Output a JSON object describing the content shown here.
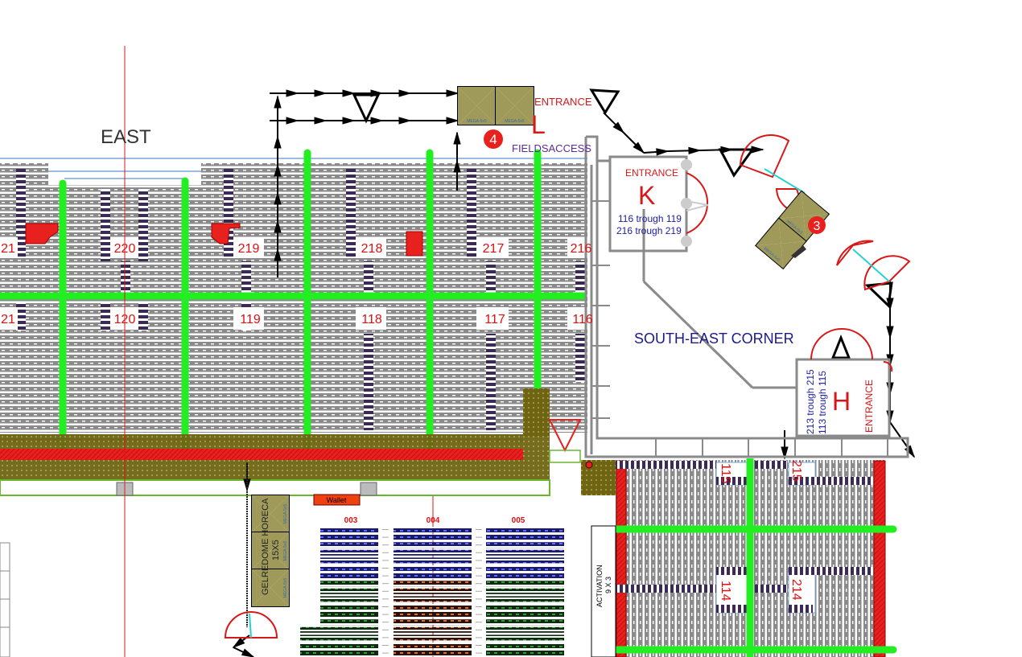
{
  "title": "EAST",
  "corner_label": "SOUTH-EAST CORNER",
  "sections_upper": [
    "21",
    "220",
    "219",
    "218",
    "217",
    "216"
  ],
  "sections_lower": [
    "21",
    "120",
    "119",
    "118",
    "117",
    "116"
  ],
  "entrance_l": {
    "word": "ENTRANCE",
    "letter": "L",
    "badge": "4",
    "sub": "FIELDSACCESS",
    "tent": "MEGA-5x5"
  },
  "entrance_k": {
    "word": "ENTRANCE",
    "letter": "K",
    "line1": "116 trough 119",
    "line2": "216 trough 219"
  },
  "entrance_h": {
    "word": "ENTRANCE",
    "letter": "H",
    "line1": "213 trough 215",
    "line2": "113 trough 115"
  },
  "gate_3": {
    "badge": "3",
    "tent": "MEGA-5x5"
  },
  "horeca": {
    "line1": "GELREDOME HORECA",
    "line2": "15X5",
    "tent": "MEGA-5x5"
  },
  "wallet": "Wallet",
  "blocks": [
    "003",
    "004",
    "005"
  ],
  "activation": {
    "line1": "ACTIVATION",
    "line2": "9 X 3"
  },
  "sections_se": [
    "115",
    "215",
    "114",
    "214"
  ],
  "colors": {
    "aisle": "#22ee22",
    "red": "#e8201e",
    "olive": "#6e6412",
    "seat": "#8c8c8c",
    "label": "#e01010",
    "navy": "#1a1a8c"
  }
}
